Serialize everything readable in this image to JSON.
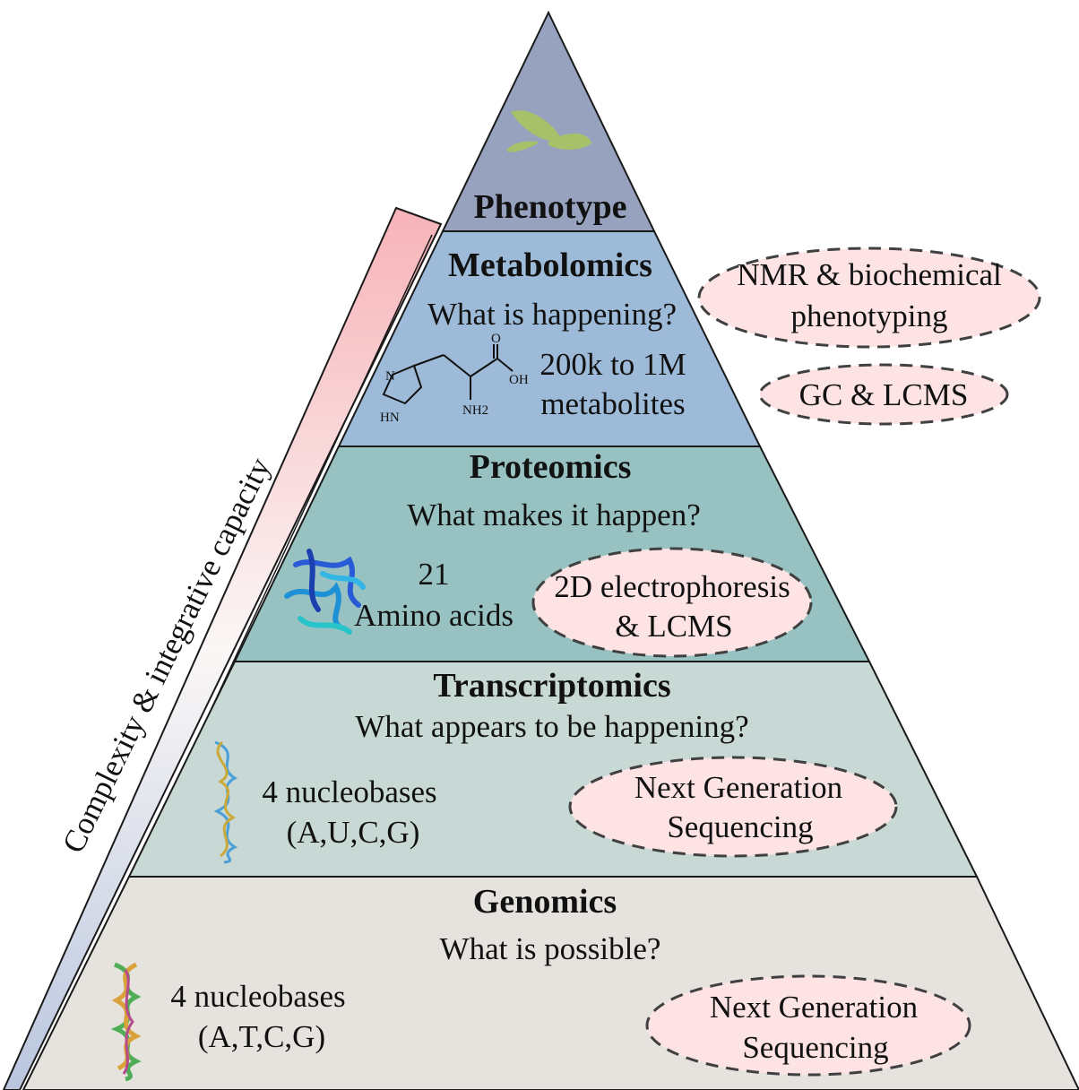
{
  "tiers": {
    "phenotype": {
      "title": "Phenotype",
      "color": "#97a2be"
    },
    "metabolomics": {
      "title": "Metabolomics",
      "question": "What is happening?",
      "count_line1": "200k to 1M",
      "count_line2": "metabolites",
      "method1_line1": "NMR & biochemical",
      "method1_line2": "phenotyping",
      "method2": "GC & LCMS",
      "molecule_labels": {
        "o": "O",
        "oh": "OH",
        "n": "N",
        "hn": "HN",
        "nh2": "NH2"
      },
      "color": "#9dbbd9"
    },
    "proteomics": {
      "title": "Proteomics",
      "question": "What makes it happen?",
      "count_line1": "21",
      "count_line2": "Amino acids",
      "method_line1": "2D electrophoresis",
      "method_line2": "& LCMS",
      "color": "#98c2c2"
    },
    "transcriptomics": {
      "title": "Transcriptomics",
      "question": "What appears to be happening?",
      "count_line1": "4 nucleobases",
      "count_line2": "(A,U,C,G)",
      "method_line1": "Next Generation",
      "method_line2": "Sequencing",
      "color": "#c8d9d5"
    },
    "genomics": {
      "title": "Genomics",
      "question": "What is possible?",
      "count_line1": "4 nucleobases",
      "count_line2": "(A,T,C,G)",
      "method_line1": "Next Generation",
      "method_line2": "Sequencing",
      "color": "#e6e3df"
    }
  },
  "side_label": "Complexity & integrative capacity",
  "colors": {
    "oval_fill": "#fde3e3",
    "leaf": "#a6c16a",
    "gradient_top": "#f7b6ba",
    "gradient_bottom": "#bcc9e0"
  }
}
